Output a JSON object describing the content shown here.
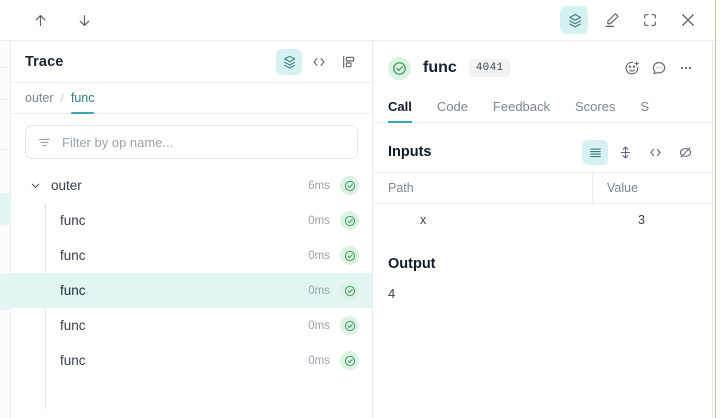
{
  "toolbar": {
    "nav_up": "nav-up",
    "nav_down": "nav-down",
    "layers": "layers-icon",
    "highlighter": "highlighter-icon",
    "fullscreen": "fullscreen-icon",
    "close": "close-icon"
  },
  "trace": {
    "title": "Trace",
    "header_icons": [
      "layers-icon",
      "code-icon",
      "flamegraph-icon"
    ],
    "breadcrumb": {
      "parent": "outer",
      "separator": "/",
      "current": "func"
    },
    "filter": {
      "placeholder": "Filter by op name...",
      "value": "",
      "icon": "filter-icon"
    },
    "rows": [
      {
        "label": "outer",
        "duration": "6ms",
        "depth": 0,
        "expanded": true,
        "selected": false,
        "status": "success"
      },
      {
        "label": "func",
        "duration": "0ms",
        "depth": 1,
        "expanded": false,
        "selected": false,
        "status": "success"
      },
      {
        "label": "func",
        "duration": "0ms",
        "depth": 1,
        "expanded": false,
        "selected": false,
        "status": "success"
      },
      {
        "label": "func",
        "duration": "0ms",
        "depth": 1,
        "expanded": false,
        "selected": true,
        "status": "success"
      },
      {
        "label": "func",
        "duration": "0ms",
        "depth": 1,
        "expanded": false,
        "selected": false,
        "status": "success"
      },
      {
        "label": "func",
        "duration": "0ms",
        "depth": 1,
        "expanded": false,
        "selected": false,
        "status": "success"
      }
    ]
  },
  "detail": {
    "status": "success",
    "name": "func",
    "id_badge": "4041",
    "head_icons": [
      "add-reaction-icon",
      "comment-icon",
      "more-options-icon"
    ],
    "tabs": [
      {
        "label": "Call",
        "active": true
      },
      {
        "label": "Code",
        "active": false
      },
      {
        "label": "Feedback",
        "active": false
      },
      {
        "label": "Scores",
        "active": false
      },
      {
        "label": "S",
        "active": false
      }
    ],
    "inputs": {
      "title": "Inputs",
      "view_icons": [
        "list-view-icon",
        "expand-rows-icon",
        "code-view-icon",
        "hide-icon"
      ],
      "columns": [
        "Path",
        "Value"
      ],
      "rows": [
        {
          "path": "x",
          "value": "3"
        }
      ]
    },
    "output": {
      "title": "Output",
      "value": "4"
    }
  },
  "colors": {
    "accent_teal": "#3ca6b4",
    "accent_teal_bg": "#d5f2f0",
    "selected_row_bg": "#e2f5f3",
    "success_green": "#3f9c63",
    "success_green_bg": "#dcf2e2",
    "muted_text": "#7b8694",
    "border": "#eceef0"
  }
}
